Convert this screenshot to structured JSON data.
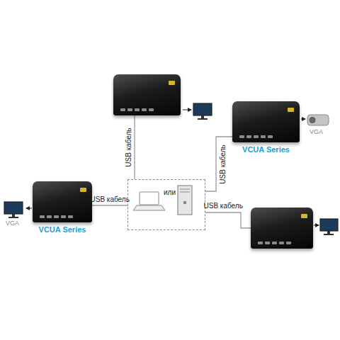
{
  "diagram": {
    "nodes": [
      {
        "text": []
      },
      {
        "text": [
          "VCUA Series"
        ]
      },
      {
        "text": [
          "или"
        ]
      },
      {
        "text": [
          "VCUA Series"
        ]
      },
      {
        "text": []
      }
    ],
    "edges": [
      {
        "from": 2,
        "to": 0,
        "arrow": "none",
        "label": "USB кабель"
      },
      {
        "from": 2,
        "to": 1,
        "arrow": "none",
        "label": "USB кабель"
      },
      {
        "from": 2,
        "to": 3,
        "arrow": "none",
        "label": "USB кабель"
      },
      {
        "from": 2,
        "to": 4,
        "arrow": "none",
        "label": "USB кабель"
      }
    ],
    "labels": [
      "VGA",
      "VGA"
    ]
  }
}
